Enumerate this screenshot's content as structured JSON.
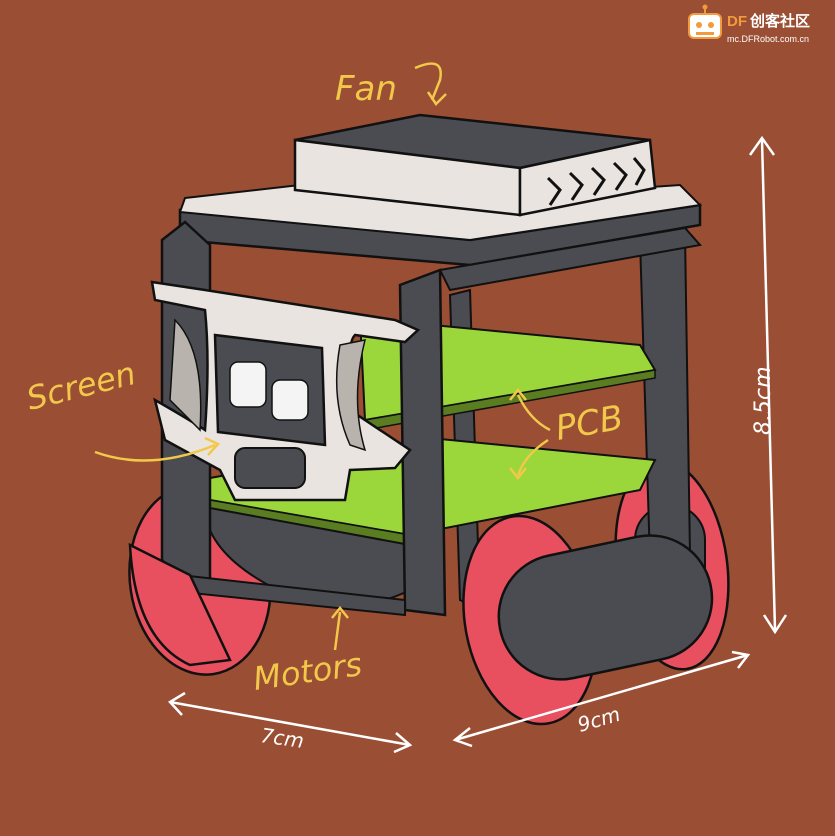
{
  "logo": {
    "brand_df": "DF",
    "brand_cn": "创客社区",
    "url": "mc.DFRobot.com.cn",
    "icon": "robot-head-icon"
  },
  "labels": {
    "fan": "Fan",
    "screen": "Screen",
    "pcb": "PCB",
    "motors": "Motors"
  },
  "dimensions": {
    "height": "8.5cm",
    "width": "7cm",
    "depth": "9cm"
  },
  "colors": {
    "background": "#9a4e33",
    "frame": "#4b4c51",
    "pcb": "#9bd63a",
    "wheel": "#e8505f",
    "shell": "#e9e4df",
    "annotation": "#f2c84b",
    "dimension_arrow": "#ffffff"
  }
}
